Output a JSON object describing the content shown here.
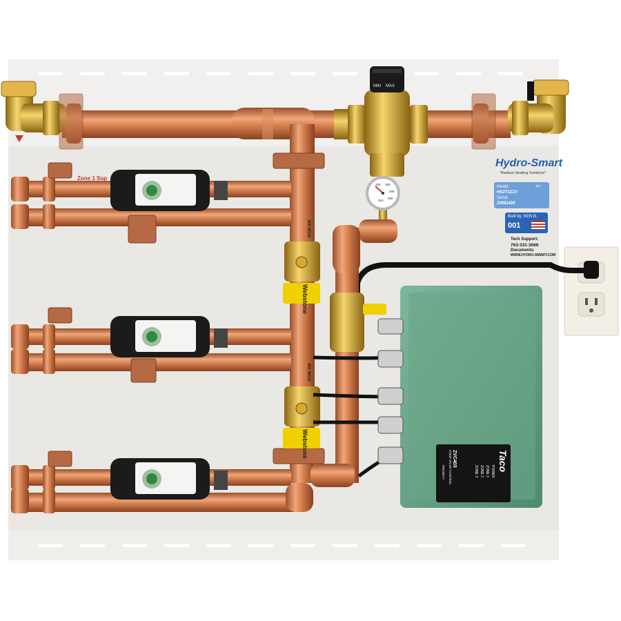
{
  "panel": {
    "brand": "Hydro-Smart",
    "tagline": "\"Radiant Heating Solutions\"",
    "model_label": "Model:",
    "model_value": "HS2T3ZZV",
    "model_code": "301",
    "serial_label": "Serial:",
    "serial_value": "20081420",
    "built_by": "Built by: KEN B.",
    "built_number": "001",
    "support_label": "Tech Support:",
    "support_phone": "763-331-3066",
    "documents_label": "Documents:",
    "documents_url": "WWW.HYDRO-SMART.COM",
    "zone_label": "Zone 1 Sup"
  },
  "mixing_valve": {
    "min": "MIN",
    "max": "MAX"
  },
  "gauge": {
    "ticks": [
      "100",
      "150",
      "200",
      "250"
    ],
    "max": "210"
  },
  "valves": {
    "brand": "Webstone",
    "flow_mark": "400 WOG"
  },
  "controller": {
    "brand": "Taco",
    "model": "ZVC403",
    "desc": "ZONE VALVE CONTROL",
    "leds": [
      "POWER",
      "ZONE 1",
      "ZONE 2",
      "ZONE 3"
    ],
    "priority": "PRIORITY"
  },
  "colors": {
    "panel": "#ececea",
    "copper": "#c8784a",
    "brass": "#d8a831",
    "controller": "#6aa588",
    "valve_handle": "#f0d000",
    "zone_valve": "#1b1b1b"
  }
}
